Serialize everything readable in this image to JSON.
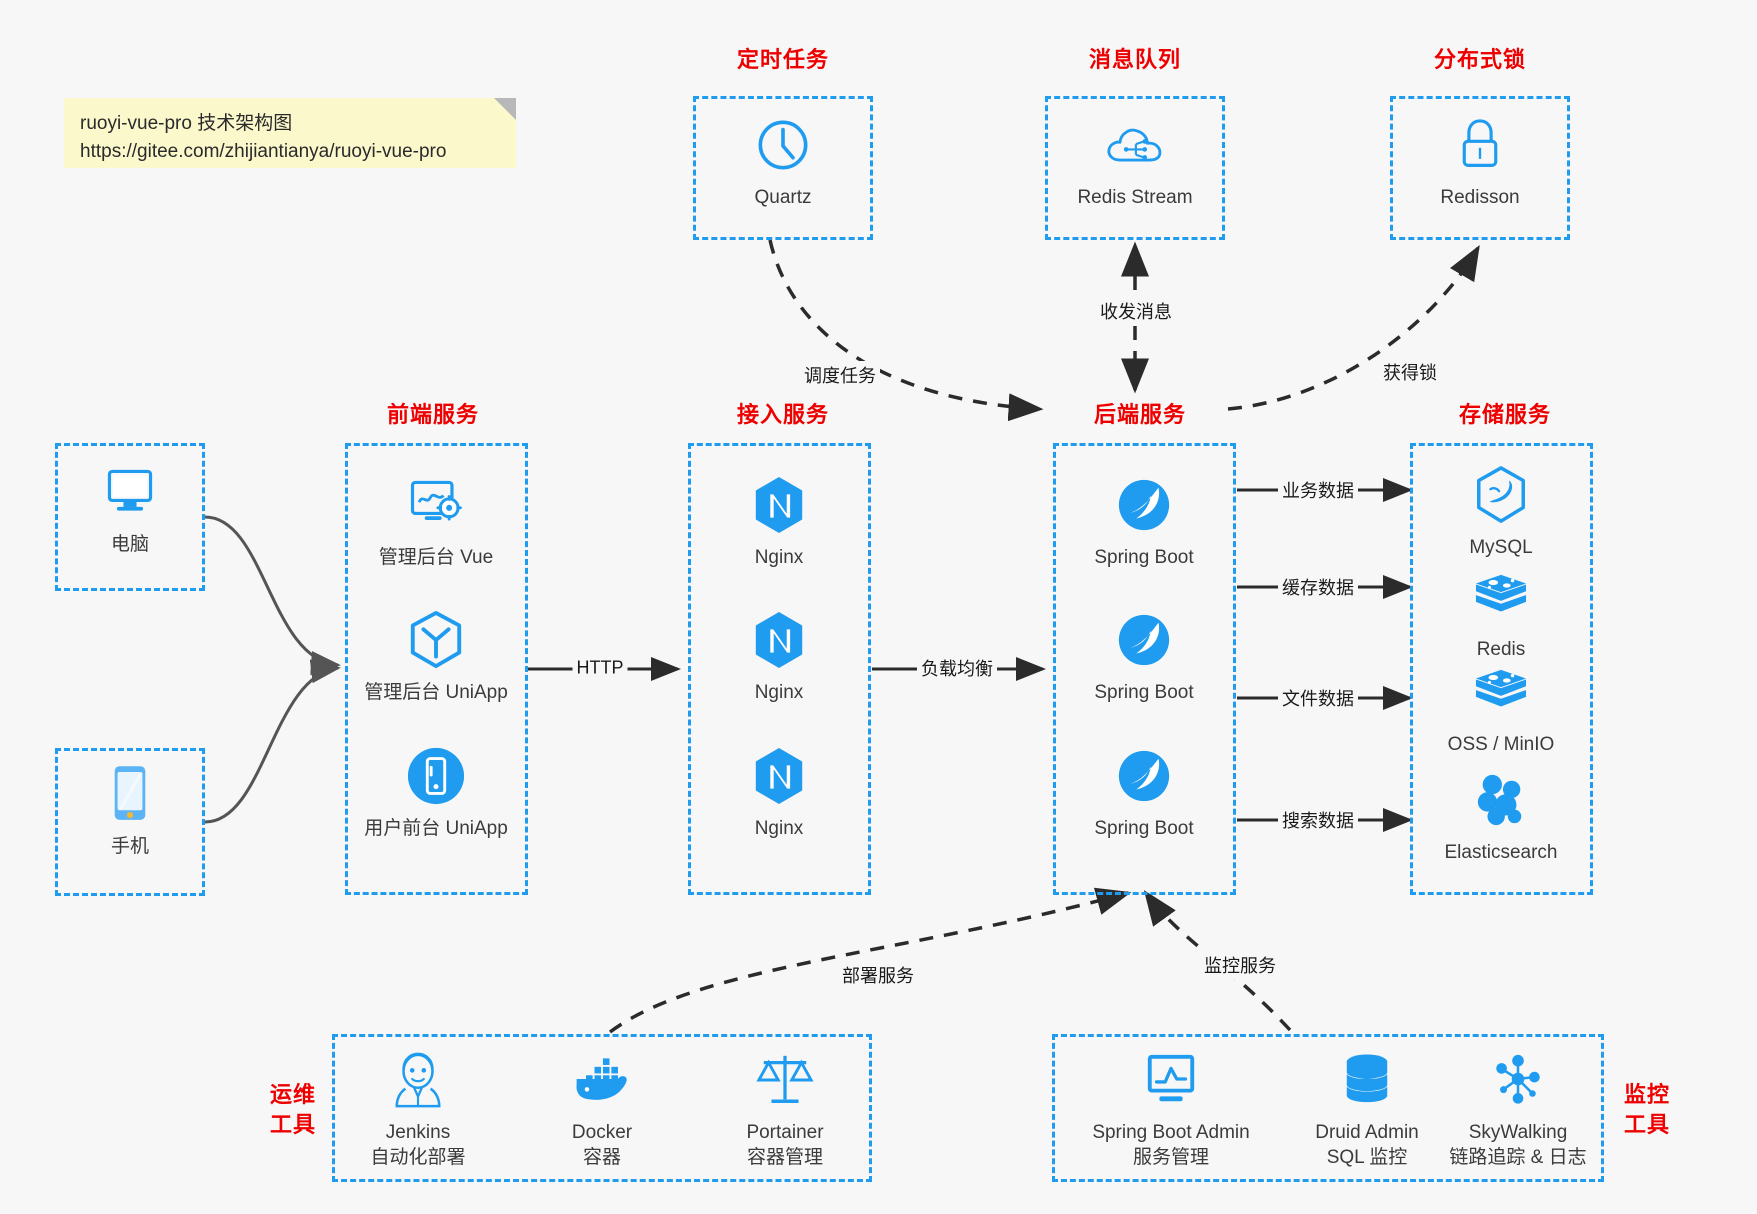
{
  "note": {
    "line1": "ruoyi-vue-pro 技术架构图",
    "line2": "https://gitee.com/zhijiantianya/ruoyi-vue-pro"
  },
  "colors": {
    "accent_blue": "#1f9bef",
    "title_red": "#ee0000",
    "edge_gray": "#555555",
    "note_yellow": "#fbf8cc",
    "background": "#f7f7f7"
  },
  "groups": {
    "scheduler": {
      "title": "定时任务"
    },
    "mq": {
      "title": "消息队列"
    },
    "lock": {
      "title": "分布式锁"
    },
    "frontend": {
      "title": "前端服务"
    },
    "gateway": {
      "title": "接入服务"
    },
    "backend": {
      "title": "后端服务"
    },
    "storage": {
      "title": "存储服务"
    },
    "devops": {
      "title_line1": "运维",
      "title_line2": "工具"
    },
    "monitor": {
      "title_line1": "监控",
      "title_line2": "工具"
    }
  },
  "clients": [
    {
      "label": "电脑",
      "icon": "monitor-icon"
    },
    {
      "label": "手机",
      "icon": "smartphone-icon"
    }
  ],
  "scheduler_nodes": [
    {
      "label": "Quartz",
      "icon": "clock-icon"
    }
  ],
  "mq_nodes": [
    {
      "label": "Redis Stream",
      "icon": "cloud-stream-icon"
    }
  ],
  "lock_nodes": [
    {
      "label": "Redisson",
      "icon": "padlock-icon"
    }
  ],
  "frontend_nodes": [
    {
      "label": "管理后台 Vue",
      "icon": "dashboard-gear-icon"
    },
    {
      "label": "管理后台 UniApp",
      "icon": "hexagon-cube-icon"
    },
    {
      "label": "用户前台 UniApp",
      "icon": "mobile-circle-icon"
    }
  ],
  "gateway_nodes": [
    {
      "label": "Nginx",
      "icon": "nginx-icon"
    },
    {
      "label": "Nginx",
      "icon": "nginx-icon"
    },
    {
      "label": "Nginx",
      "icon": "nginx-icon"
    }
  ],
  "backend_nodes": [
    {
      "label": "Spring Boot",
      "icon": "spring-leaf-icon"
    },
    {
      "label": "Spring Boot",
      "icon": "spring-leaf-icon"
    },
    {
      "label": "Spring Boot",
      "icon": "spring-leaf-icon"
    }
  ],
  "storage_nodes": [
    {
      "label": "MySQL",
      "icon": "mysql-dolphin-icon"
    },
    {
      "label": "Redis",
      "icon": "redis-stack-icon"
    },
    {
      "label": "OSS / MinIO",
      "icon": "redis-stack-icon"
    },
    {
      "label": "Elasticsearch",
      "icon": "elasticsearch-icon"
    }
  ],
  "devops_nodes": [
    {
      "label": "Jenkins",
      "sub": "自动化部署",
      "icon": "jenkins-butler-icon"
    },
    {
      "label": "Docker",
      "sub": "容器",
      "icon": "docker-whale-icon"
    },
    {
      "label": "Portainer",
      "sub": "容器管理",
      "icon": "scales-icon"
    }
  ],
  "monitor_nodes": [
    {
      "label": "Spring Boot Admin",
      "sub": "服务管理",
      "icon": "chart-monitor-icon"
    },
    {
      "label": "Druid Admin",
      "sub": "SQL 监控",
      "icon": "database-icon"
    },
    {
      "label": "SkyWalking",
      "sub": "链路追踪 & 日志",
      "icon": "network-nodes-icon"
    }
  ],
  "edge_labels": {
    "schedule_task": "调度任务",
    "send_receive_message": "收发消息",
    "acquire_lock": "获得锁",
    "http": "HTTP",
    "load_balance": "负载均衡",
    "business_data": "业务数据",
    "cache_data": "缓存数据",
    "file_data": "文件数据",
    "search_data": "搜索数据",
    "deploy_service": "部署服务",
    "monitor_service": "监控服务"
  }
}
